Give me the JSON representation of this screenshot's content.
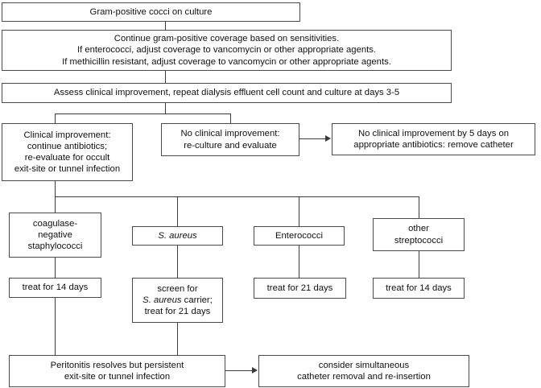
{
  "chart_data": {
    "type": "diagram",
    "title": "Management algorithm for gram-positive cocci on peritoneal dialysis effluent culture",
    "nodes": [
      {
        "id": "start",
        "text": "Gram-positive cocci on culture"
      },
      {
        "id": "coverage",
        "text": "Continue gram-positive coverage based on sensitivities.\nIf enterococci, adjust coverage to vancomycin or other appropriate agents.\nIf methicillin resistant, adjust coverage to vancomycin or other appropriate agents."
      },
      {
        "id": "assess",
        "text": "Assess clinical improvement, repeat dialysis effluent cell count and culture at days 3-5"
      },
      {
        "id": "improve",
        "text": "Clinical improvement:\ncontinue antibiotics;\nre-evaluate for occult\nexit-site or tunnel infection"
      },
      {
        "id": "no-improve",
        "text": "No clinical improvement:\nre-culture and evaluate"
      },
      {
        "id": "no-improve-5d",
        "text": "No clinical improvement by 5 days on\nappropriate antibiotics: remove catheter"
      },
      {
        "id": "cons",
        "text": "coagulase-\nnegative\nstaphylococci"
      },
      {
        "id": "saureus",
        "text": "S. aureus",
        "italic": true
      },
      {
        "id": "entero",
        "text": "Enterococci"
      },
      {
        "id": "strep",
        "text": "other\nstreptococci"
      },
      {
        "id": "treat-cons",
        "text": "treat for 14 days"
      },
      {
        "id": "treat-saureus-line1",
        "text": "screen for"
      },
      {
        "id": "treat-saureus-line2",
        "text": "S. aureus carrier;"
      },
      {
        "id": "treat-saureus-line3",
        "text": "treat for 21 days"
      },
      {
        "id": "treat-entero",
        "text": "treat for 21 days"
      },
      {
        "id": "treat-strep",
        "text": "treat for 14 days"
      },
      {
        "id": "peritonitis",
        "text": "Peritonitis resolves but persistent\nexit-site or tunnel infection"
      },
      {
        "id": "consider",
        "text": "consider simultaneous\ncatheter removal and re-insertion"
      }
    ]
  },
  "boxes": {
    "start": "Gram-positive cocci on culture",
    "coverage_line1": "Continue gram-positive coverage based on sensitivities.",
    "coverage_line2": "If enterococci, adjust coverage to vancomycin or other appropriate agents.",
    "coverage_line3": "If methicillin resistant, adjust coverage to vancomycin or other appropriate agents.",
    "assess": "Assess clinical improvement, repeat dialysis effluent cell count and culture at days 3-5",
    "improve_line1": "Clinical improvement:",
    "improve_line2": "continue antibiotics;",
    "improve_line3": "re-evaluate for occult",
    "improve_line4": "exit-site or tunnel infection",
    "no_improve_line1": "No clinical improvement:",
    "no_improve_line2": "re-culture and evaluate",
    "no_improve_5d_line1": "No clinical improvement by 5 days on",
    "no_improve_5d_line2": "appropriate antibiotics: remove catheter",
    "cons_line1": "coagulase-",
    "cons_line2": "negative",
    "cons_line3": "staphylococci",
    "saureus": "S. aureus",
    "entero": "Enterococci",
    "strep_line1": "other",
    "strep_line2": "streptococci",
    "treat_cons": "treat for 14 days",
    "screen_line1": "screen for",
    "screen_line2_italic": "S. aureus",
    "screen_line2_rest": " carrier;",
    "screen_line3": "treat for 21 days",
    "treat_entero": "treat for 21 days",
    "treat_strep": "treat for 14 days",
    "peritonitis_line1": "Peritonitis resolves but persistent",
    "peritonitis_line2": "exit-site or tunnel infection",
    "consider_line1": "consider simultaneous",
    "consider_line2": "catheter removal and re-insertion"
  },
  "colors": {
    "box_border": "#4a4a4a",
    "connector": "#3a3a3a",
    "background": "#ffffff",
    "text": "#111111"
  }
}
